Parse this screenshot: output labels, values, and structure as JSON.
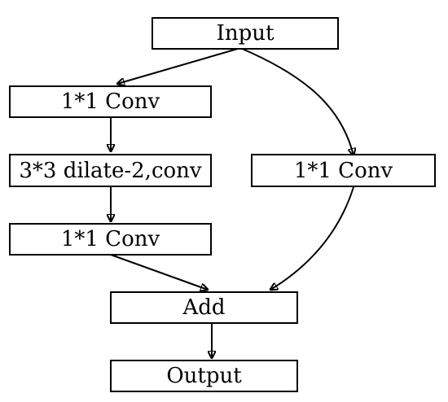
{
  "nodes": {
    "input": "Input",
    "conv1x1_a": "1*1 Conv",
    "dilated_conv": "3*3 dilate-2,conv",
    "conv1x1_b": "1*1 Conv",
    "conv1x1_shortcut": "1*1 Conv",
    "add": "Add",
    "output": "Output"
  }
}
